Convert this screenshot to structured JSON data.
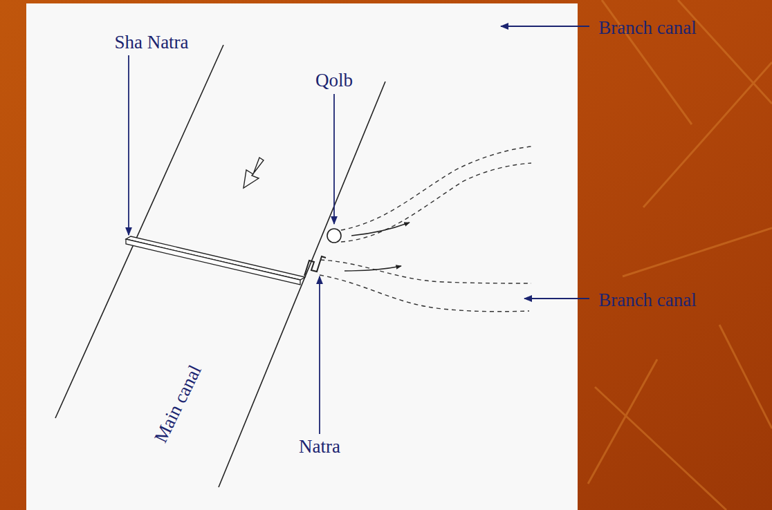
{
  "diagram": {
    "labels": [
      "Qolb",
      "Sha Natra",
      "Branch canal",
      "Branch canal",
      "Natra",
      "Main canal"
    ]
  }
}
